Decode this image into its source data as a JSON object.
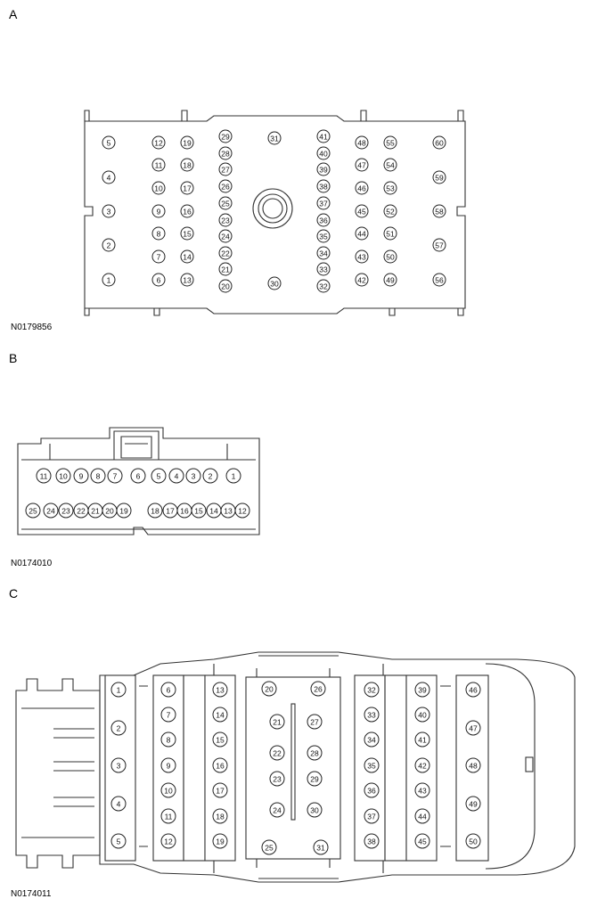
{
  "section_a": {
    "label": "A",
    "figure_code": "N0179856",
    "pins": [
      "1",
      "2",
      "3",
      "4",
      "5",
      "6",
      "7",
      "8",
      "9",
      "10",
      "11",
      "12",
      "13",
      "14",
      "15",
      "16",
      "17",
      "18",
      "19",
      "20",
      "21",
      "22",
      "23",
      "24",
      "25",
      "26",
      "27",
      "28",
      "29",
      "30",
      "31",
      "32",
      "33",
      "34",
      "35",
      "36",
      "37",
      "38",
      "39",
      "40",
      "41",
      "42",
      "43",
      "44",
      "45",
      "46",
      "47",
      "48",
      "49",
      "50",
      "51",
      "52",
      "53",
      "54",
      "55",
      "56",
      "57",
      "58",
      "59",
      "60"
    ]
  },
  "section_b": {
    "label": "B",
    "figure_code": "N0174010",
    "pins": [
      "1",
      "2",
      "3",
      "4",
      "5",
      "6",
      "7",
      "8",
      "9",
      "10",
      "11",
      "12",
      "13",
      "14",
      "15",
      "16",
      "17",
      "18",
      "19",
      "20",
      "21",
      "22",
      "23",
      "24",
      "25"
    ]
  },
  "section_c": {
    "label": "C",
    "figure_code": "N0174011",
    "pins": [
      "1",
      "2",
      "3",
      "4",
      "5",
      "6",
      "7",
      "8",
      "9",
      "10",
      "11",
      "12",
      "13",
      "14",
      "15",
      "16",
      "17",
      "18",
      "19",
      "20",
      "21",
      "22",
      "23",
      "24",
      "25",
      "26",
      "27",
      "28",
      "29",
      "30",
      "31",
      "32",
      "33",
      "34",
      "35",
      "36",
      "37",
      "38",
      "39",
      "40",
      "41",
      "42",
      "43",
      "44",
      "45",
      "46",
      "47",
      "48",
      "49",
      "50"
    ]
  }
}
